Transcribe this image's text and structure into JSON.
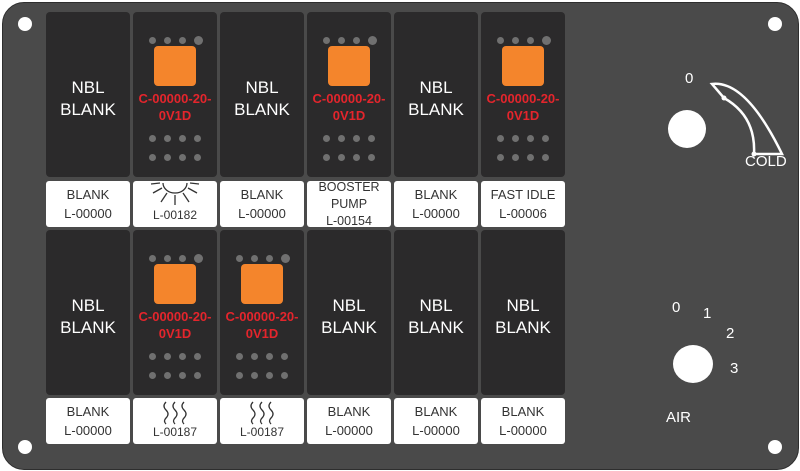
{
  "tiles": [
    {
      "type": "blank",
      "line1": "NBL",
      "line2": "BLANK",
      "label": {
        "line1": "BLANK",
        "line2": "L-00000"
      }
    },
    {
      "type": "switch",
      "code1": "C-00000-20-",
      "code2": "0V1D",
      "label": {
        "icon": "light-icon",
        "part": "L-00182"
      }
    },
    {
      "type": "blank",
      "line1": "NBL",
      "line2": "BLANK",
      "label": {
        "line1": "BLANK",
        "line2": "L-00000"
      }
    },
    {
      "type": "switch",
      "code1": "C-00000-20-",
      "code2": "0V1D",
      "label": {
        "line1": "BOOSTER",
        "line2": "PUMP",
        "line3": "L-00154"
      }
    },
    {
      "type": "blank",
      "line1": "NBL",
      "line2": "BLANK",
      "label": {
        "line1": "BLANK",
        "line2": "L-00000"
      }
    },
    {
      "type": "switch",
      "code1": "C-00000-20-",
      "code2": "0V1D",
      "label": {
        "line1": "FAST IDLE",
        "line2": "L-00006"
      }
    },
    {
      "type": "blank",
      "line1": "NBL",
      "line2": "BLANK",
      "label": {
        "line1": "BLANK",
        "line2": "L-00000"
      }
    },
    {
      "type": "switch",
      "code1": "C-00000-20-",
      "code2": "0V1D",
      "label": {
        "icon": "heat-icon",
        "part": "L-00187"
      }
    },
    {
      "type": "switch",
      "code1": "C-00000-20-",
      "code2": "0V1D",
      "label": {
        "icon": "heat-icon",
        "part": "L-00187"
      }
    },
    {
      "type": "blank",
      "line1": "NBL",
      "line2": "BLANK",
      "label": {
        "line1": "BLANK",
        "line2": "L-00000"
      }
    },
    {
      "type": "blank",
      "line1": "NBL",
      "line2": "BLANK",
      "label": {
        "line1": "BLANK",
        "line2": "L-00000"
      }
    },
    {
      "type": "blank",
      "line1": "NBL",
      "line2": "BLANK",
      "label": {
        "line1": "BLANK",
        "line2": "L-00000"
      }
    }
  ],
  "temp_dial": {
    "min": "0",
    "max": "COLD"
  },
  "air_dial": {
    "positions": [
      "0",
      "1",
      "2",
      "3"
    ],
    "label": "AIR"
  },
  "colors": {
    "panel": "#4a4a4a",
    "tile": "#2b2a2b",
    "led": "#f4852c",
    "code_text": "#e4252c",
    "label_bg": "#ffffff"
  }
}
